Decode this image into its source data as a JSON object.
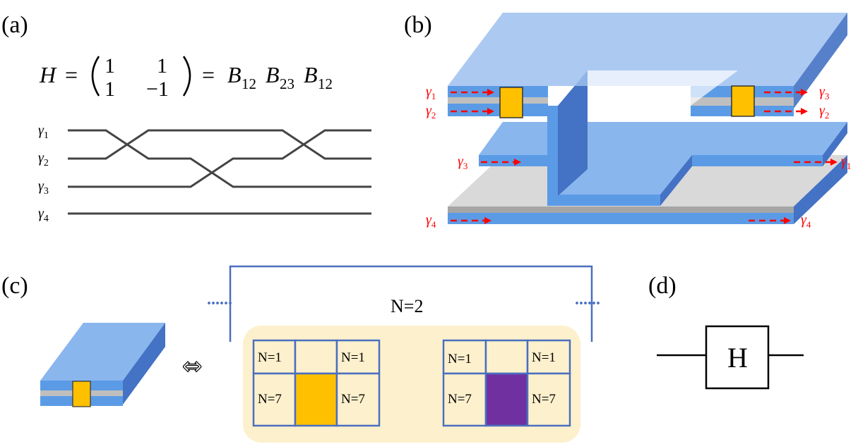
{
  "panels": {
    "a": "(a)",
    "b": "(b)",
    "c": "(c)",
    "d": "(d)"
  },
  "equation": {
    "lhs": "H",
    "eq": "=",
    "m11": "1",
    "m12": "1",
    "m21": "1",
    "m22": "−1",
    "rhs_eq": "=",
    "B": "B",
    "sub1": "12",
    "sub2": "23",
    "sub3": "12"
  },
  "braid": {
    "gamma": "γ",
    "wires": [
      "1",
      "2",
      "3",
      "4"
    ]
  },
  "device": {
    "gamma": "γ",
    "inputs": [
      "1",
      "2",
      "3",
      "4"
    ],
    "outputs": [
      "3",
      "2",
      "1",
      "4"
    ]
  },
  "lattice": {
    "top_label": "N=2",
    "dots": "......",
    "equiv_symbol": "⇔",
    "left_block": {
      "top_left": "N=1",
      "top_right": "N=1",
      "bottom_left": "N=7",
      "bottom_right": "N=7",
      "center_color": "#ffc000"
    },
    "right_block": {
      "top_left": "N=1",
      "top_right": "N=1",
      "bottom_left": "N=7",
      "bottom_right": "N=7",
      "center_color": "#7030a0"
    }
  },
  "gate": {
    "label": "H"
  },
  "colors": {
    "layer_blue": "#6fa3e6",
    "layer_blue_dark": "#4472c4",
    "gray": "#bfbfbf",
    "yellow": "#ffc000",
    "purple": "#7030a0",
    "panel_bg": "#fdf0cc",
    "outline": "#4a6fc0",
    "arrow": "#ff0000"
  }
}
